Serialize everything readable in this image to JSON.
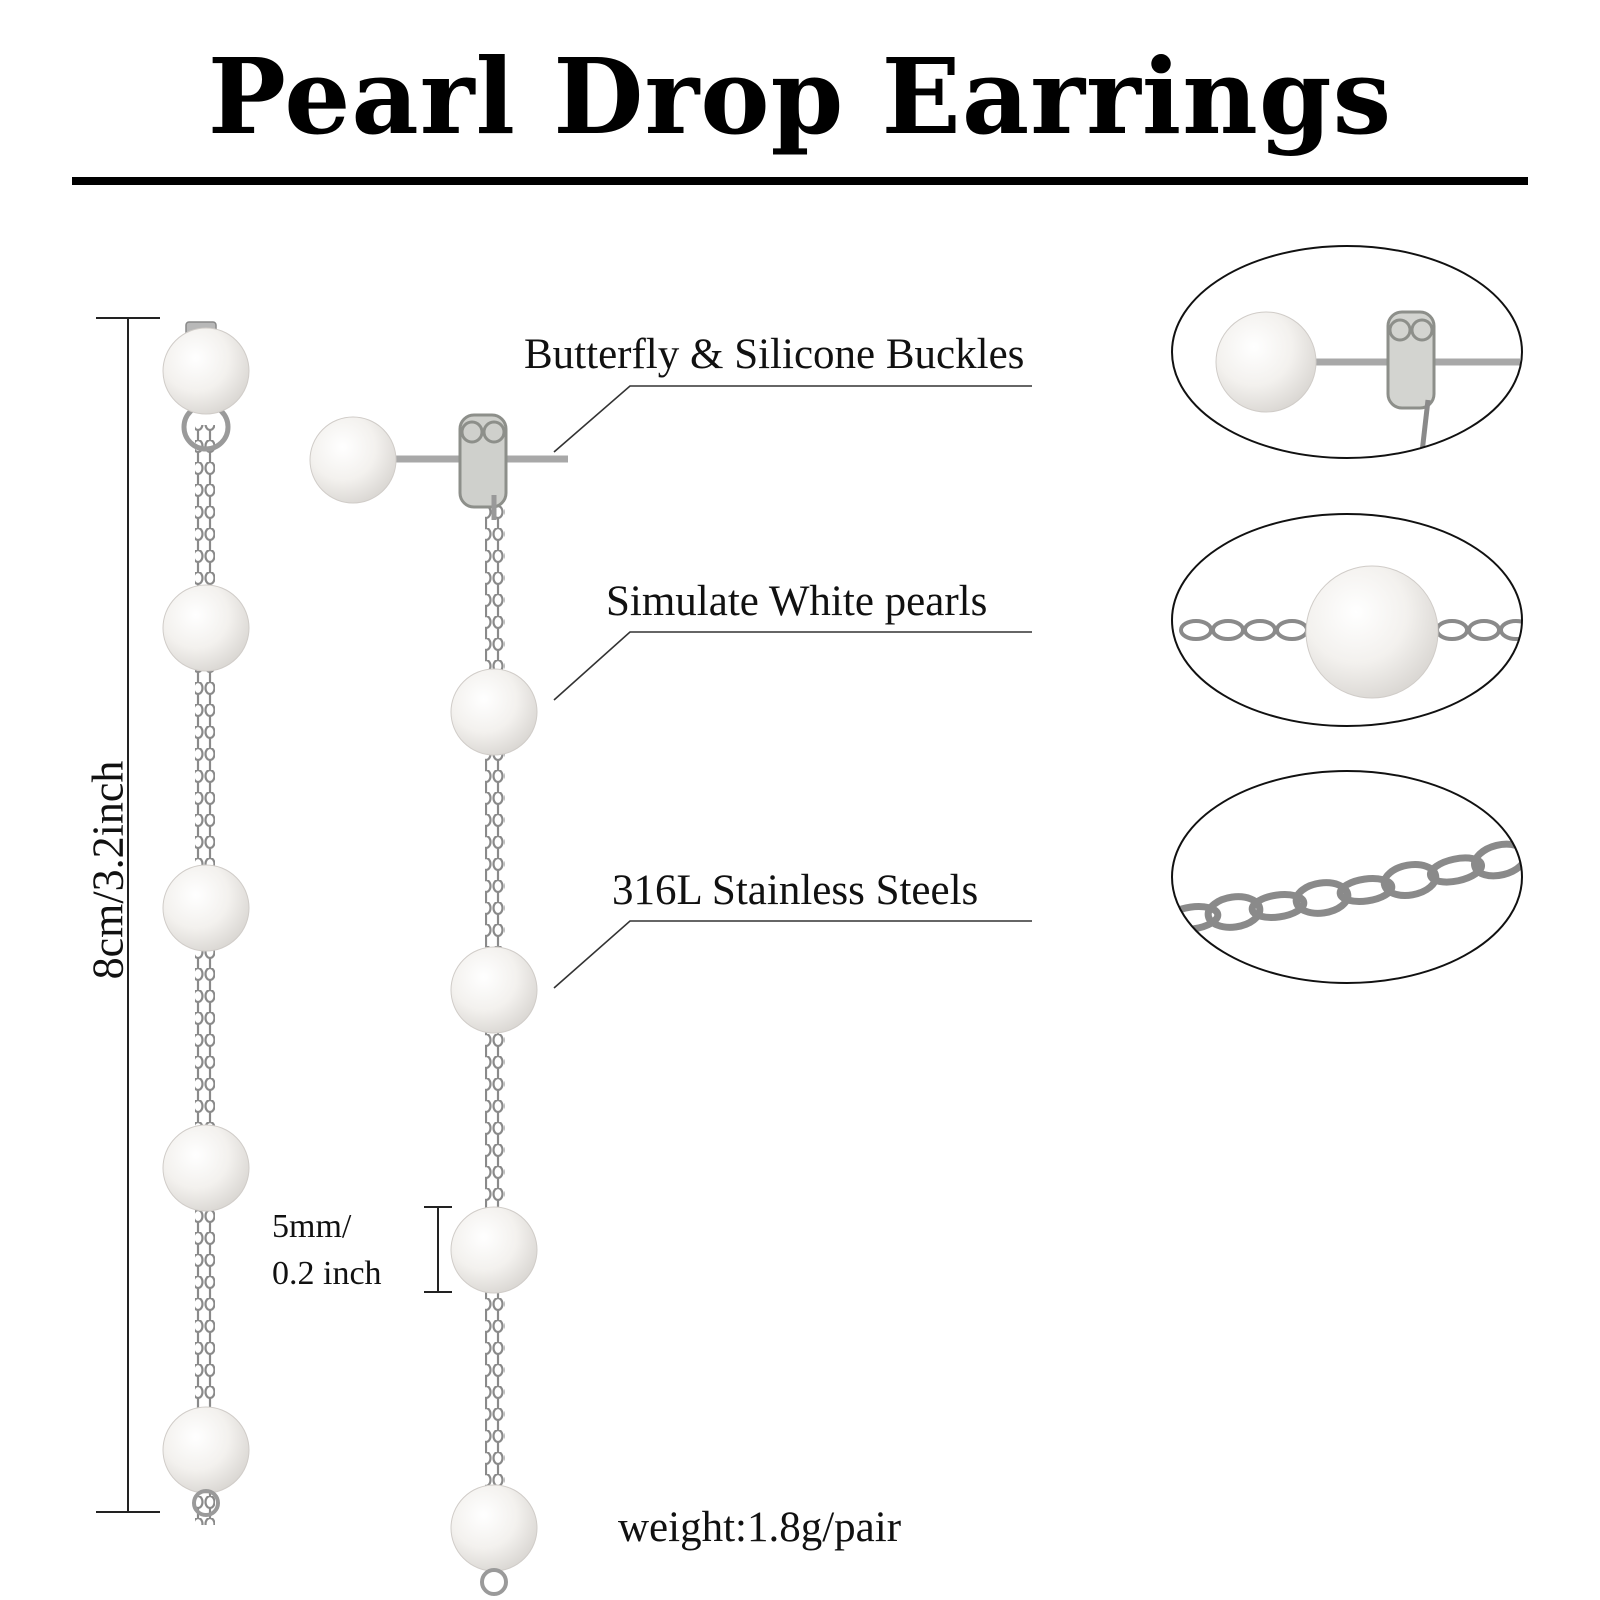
{
  "title": "Pearl Drop Earrings",
  "callouts": {
    "buckles": "Butterfly & Silicone Buckles",
    "pearls": "Simulate White pearls",
    "steel": "316L Stainless Steels"
  },
  "dimensions": {
    "length": "8cm/3.2inch",
    "pearl_size_line1": "5mm/",
    "pearl_size_line2": "0.2 inch"
  },
  "weight": "weight:1.8g/pair",
  "colors": {
    "text": "#111111",
    "rule": "#000000",
    "pearl": "#f4f2ef",
    "metal": "#9a9a9a"
  }
}
